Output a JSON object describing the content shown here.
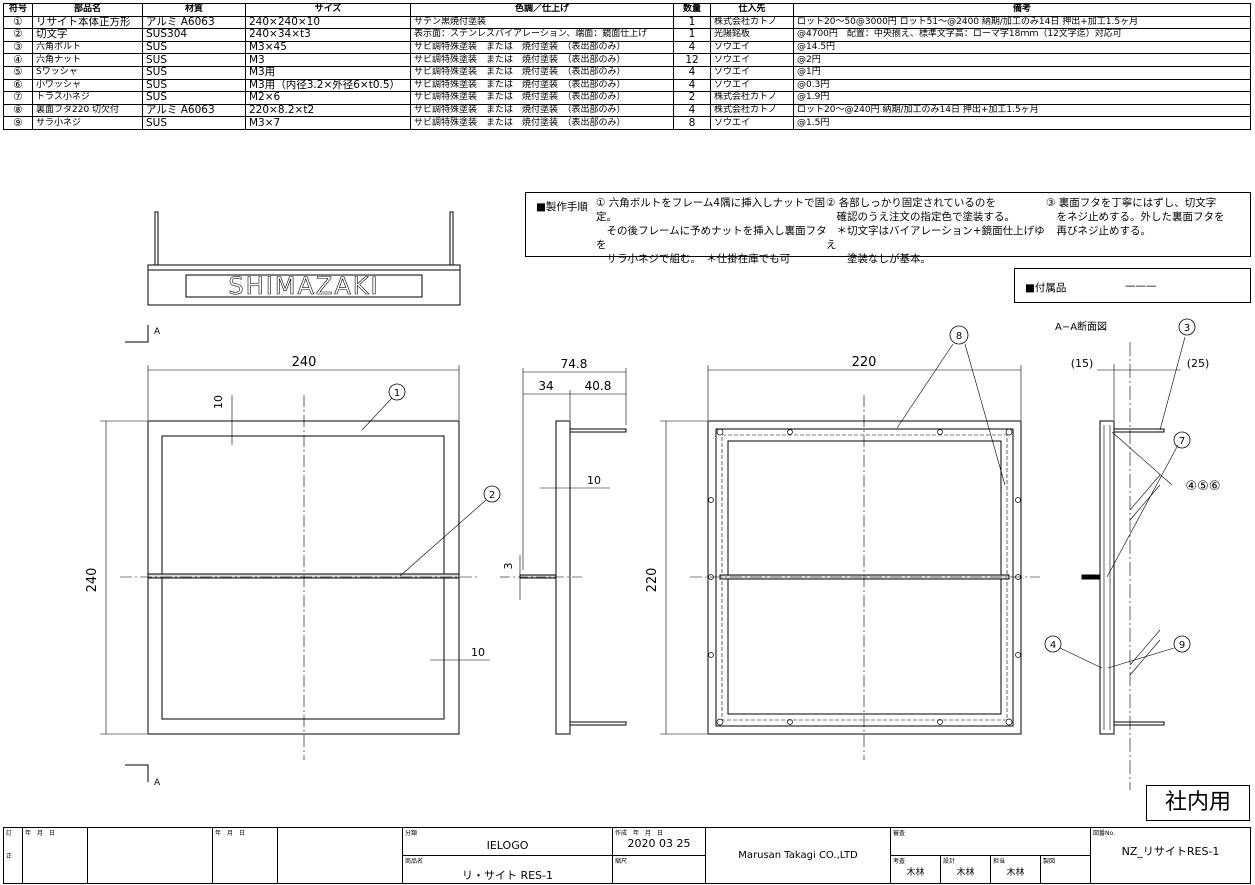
{
  "parts_table": {
    "headers": {
      "no": "符号",
      "name": "部品名",
      "material": "材質",
      "size": "サイズ",
      "finish": "色調／仕上げ",
      "qty": "数量",
      "supplier": "仕入先",
      "remarks": "備考"
    },
    "rows": [
      {
        "no": "①",
        "name": "リサイト本体正方形",
        "material": "アルミ A6063",
        "size": "240×240×10",
        "finish": "サテン黒焼付塗装",
        "qty": "1",
        "supplier": "株式会社カトノ",
        "remarks": "ロット20～50@3000円 ロット51～@2400 納期/加工のみ14日 押出+加工1.5ヶ月"
      },
      {
        "no": "②",
        "name": "切文字",
        "material": "SUS304",
        "size": "240×34×t3",
        "finish": "表示面：ステンレスバイアレーション、端面：鏡面仕上げ",
        "qty": "1",
        "supplier": "光陽銘板",
        "remarks": "@4700円　配置：中央揃え、標準文字高：ローマ字18ｍｍ（12文字迄）対応可"
      },
      {
        "no": "③",
        "name": "六角ボルト",
        "material": "SUS",
        "size": "M3×45",
        "finish": "サビ調特殊塗装　または　焼付塗装　（表出部のみ）",
        "qty": "4",
        "supplier": "ソウエイ",
        "remarks": "@14.5円"
      },
      {
        "no": "④",
        "name": "六角ナット",
        "material": "SUS",
        "size": "M3",
        "finish": "サビ調特殊塗装　または　焼付塗装　（表出部のみ）",
        "qty": "12",
        "supplier": "ソウエイ",
        "remarks": "@2円"
      },
      {
        "no": "⑤",
        "name": "Sワッシャ",
        "material": "SUS",
        "size": "M3用",
        "finish": "サビ調特殊塗装　または　焼付塗装　（表出部のみ）",
        "qty": "4",
        "supplier": "ソウエイ",
        "remarks": "@1円"
      },
      {
        "no": "⑥",
        "name": "小ワッシャ",
        "material": "SUS",
        "size": "M3用（内径3.2×外径6×t0.5）",
        "finish": "サビ調特殊塗装　または　焼付塗装　（表出部のみ）",
        "qty": "4",
        "supplier": "ソウエイ",
        "remarks": "@0.3円"
      },
      {
        "no": "⑦",
        "name": "トラス小ネジ",
        "material": "SUS",
        "size": "M2×6",
        "finish": "サビ調特殊塗装　または　焼付塗装　（表出部のみ）",
        "qty": "2",
        "supplier": "株式会社カトノ",
        "remarks": "@1.9円"
      },
      {
        "no": "⑧",
        "name": "裏面フタ220 切欠付",
        "material": "アルミ A6063",
        "size": "220×8.2×t2",
        "finish": "サビ調特殊塗装　または　焼付塗装　（表出部のみ）",
        "qty": "4",
        "supplier": "株式会社カトノ",
        "remarks": "ロット20～@240円 納期/加工のみ14日 押出+加工1.5ヶ月"
      },
      {
        "no": "⑨",
        "name": "サラ小ネジ",
        "material": "SUS",
        "size": "M3×7",
        "finish": "サビ調特殊塗装　または　焼付塗装　（表出部のみ）",
        "qty": "8",
        "supplier": "ソウエイ",
        "remarks": "@1.5円"
      }
    ]
  },
  "procedure": {
    "label": "■製作手順",
    "step1": "① 六角ボルトをフレーム4隅に挿入しナットで固定。\n　その後フレームに予めナットを挿入し裏面フタを\n　サラ小ネジで組む。　＊仕掛在庫でも可",
    "step2": "② 各部しっかり固定されているのを\n　確認のうえ注文の指定色で塗装する。\n　＊切文字はバイアレーション+鏡面仕上げゆえ\n　　塗装なしが基本。",
    "step3": "③ 裏面フタを丁寧にはずし、切文字\n　をネジ止めする。外した裏面フタを\n　再びネジ止めする。"
  },
  "accessories": {
    "label": "■付属品",
    "value": "———"
  },
  "drawing": {
    "logo_text": "SHIMAZAKI",
    "section_label": "A−A断面図",
    "cut_mark": "A",
    "dims": {
      "front_w": "240",
      "front_h": "240",
      "frame_top": "10",
      "frame_bottom": "10",
      "side_total": "74.8",
      "side_a": "34",
      "side_b": "40.8",
      "side_frame": "10",
      "side_slot": "3",
      "back_w": "220",
      "back_h": "220",
      "sec_left": "(15)",
      "sec_right": "(25)"
    },
    "balloons": {
      "b1": "1",
      "b2": "2",
      "b3": "3",
      "b456": "④⑤⑥",
      "b7": "7",
      "b8": "8",
      "b4": "4",
      "b9": "9"
    }
  },
  "stamp": "社内用",
  "title_block": {
    "kind_label": "分類",
    "kind_value": "IELOGO",
    "product_label": "商品名",
    "product_value": "リ・サイト RES-1",
    "date_label": "作成　年　月　日",
    "date_value": "2020 03 25",
    "scale_label": "縮尺",
    "company": "Marusan Takagi CO.,LTD",
    "approve_label": "審査",
    "check_label": "考査",
    "check_value": "木林",
    "design_label": "設計",
    "design_value": "木林",
    "charge_label": "担当",
    "charge_value": "木林",
    "draft_label": "製図",
    "drawing_no_label": "図番No.",
    "drawing_no_value": "NZ_リサイトRES-1",
    "rev_label_1": "訂",
    "rev_label_2": "正",
    "date_cells": "年　月　日"
  }
}
